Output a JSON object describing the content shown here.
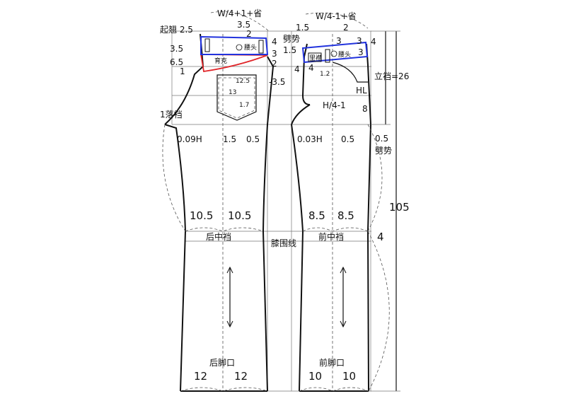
{
  "colors": {
    "line": "#111111",
    "red": "#e0262a",
    "blue": "#2233dd",
    "grey": "#777777"
  },
  "back": {
    "waist_formula": "W/4+1+省",
    "yoke_lift": "起翘 2.5",
    "waist_3_5": "3.5",
    "waist_2": "2",
    "left_3_5": "3.5",
    "left_6_5": "6.5",
    "left_1": "1",
    "right_4": "4",
    "right_3": "3",
    "right_2": "2",
    "right_3_5": "-3.5",
    "yoke_label": "育克",
    "waistband_tag": "腰头",
    "pocket_12_5": "12.5",
    "pocket_13": "13",
    "pocket_1_7": "1.7",
    "crotch_drop": "1落裆",
    "seat_0_09H": "0.09H",
    "seat_1_5": "1.5",
    "seat_0_5": "0.5",
    "knee_left": "10.5",
    "knee_right": "10.5",
    "knee_name": "后中裆",
    "hem_name": "后脚口",
    "hem_left": "12",
    "hem_right": "12"
  },
  "front": {
    "waist_formula": "W/4-1+省",
    "pleat_label": "劈势",
    "val_1_5_top": "1.5",
    "val_1_5_mid": "1.5",
    "val_2": "2",
    "val_3a": "3",
    "val_3b": "3",
    "val_3c": "3",
    "val_4_top": "4",
    "val_4a": "4",
    "val_4b": "4",
    "val_1_2": "1.2",
    "loop_tag": "里襟",
    "waistband_tag": "腰头",
    "hl": "HL",
    "h_formula": "H/4-1",
    "val_8": "8",
    "seat_0_03H": "0.03H",
    "seat_0_5": "0.5",
    "side_0_5": "0.5",
    "side_pleat": "劈势",
    "knee_left": "8.5",
    "knee_right": "8.5",
    "knee_name": "前中裆",
    "hem_name": "前脚口",
    "hem_left": "10",
    "hem_right": "10"
  },
  "shared": {
    "rise": "立裆=26",
    "length": "105",
    "knee_offset": "4",
    "knee_line": "膝围线"
  }
}
